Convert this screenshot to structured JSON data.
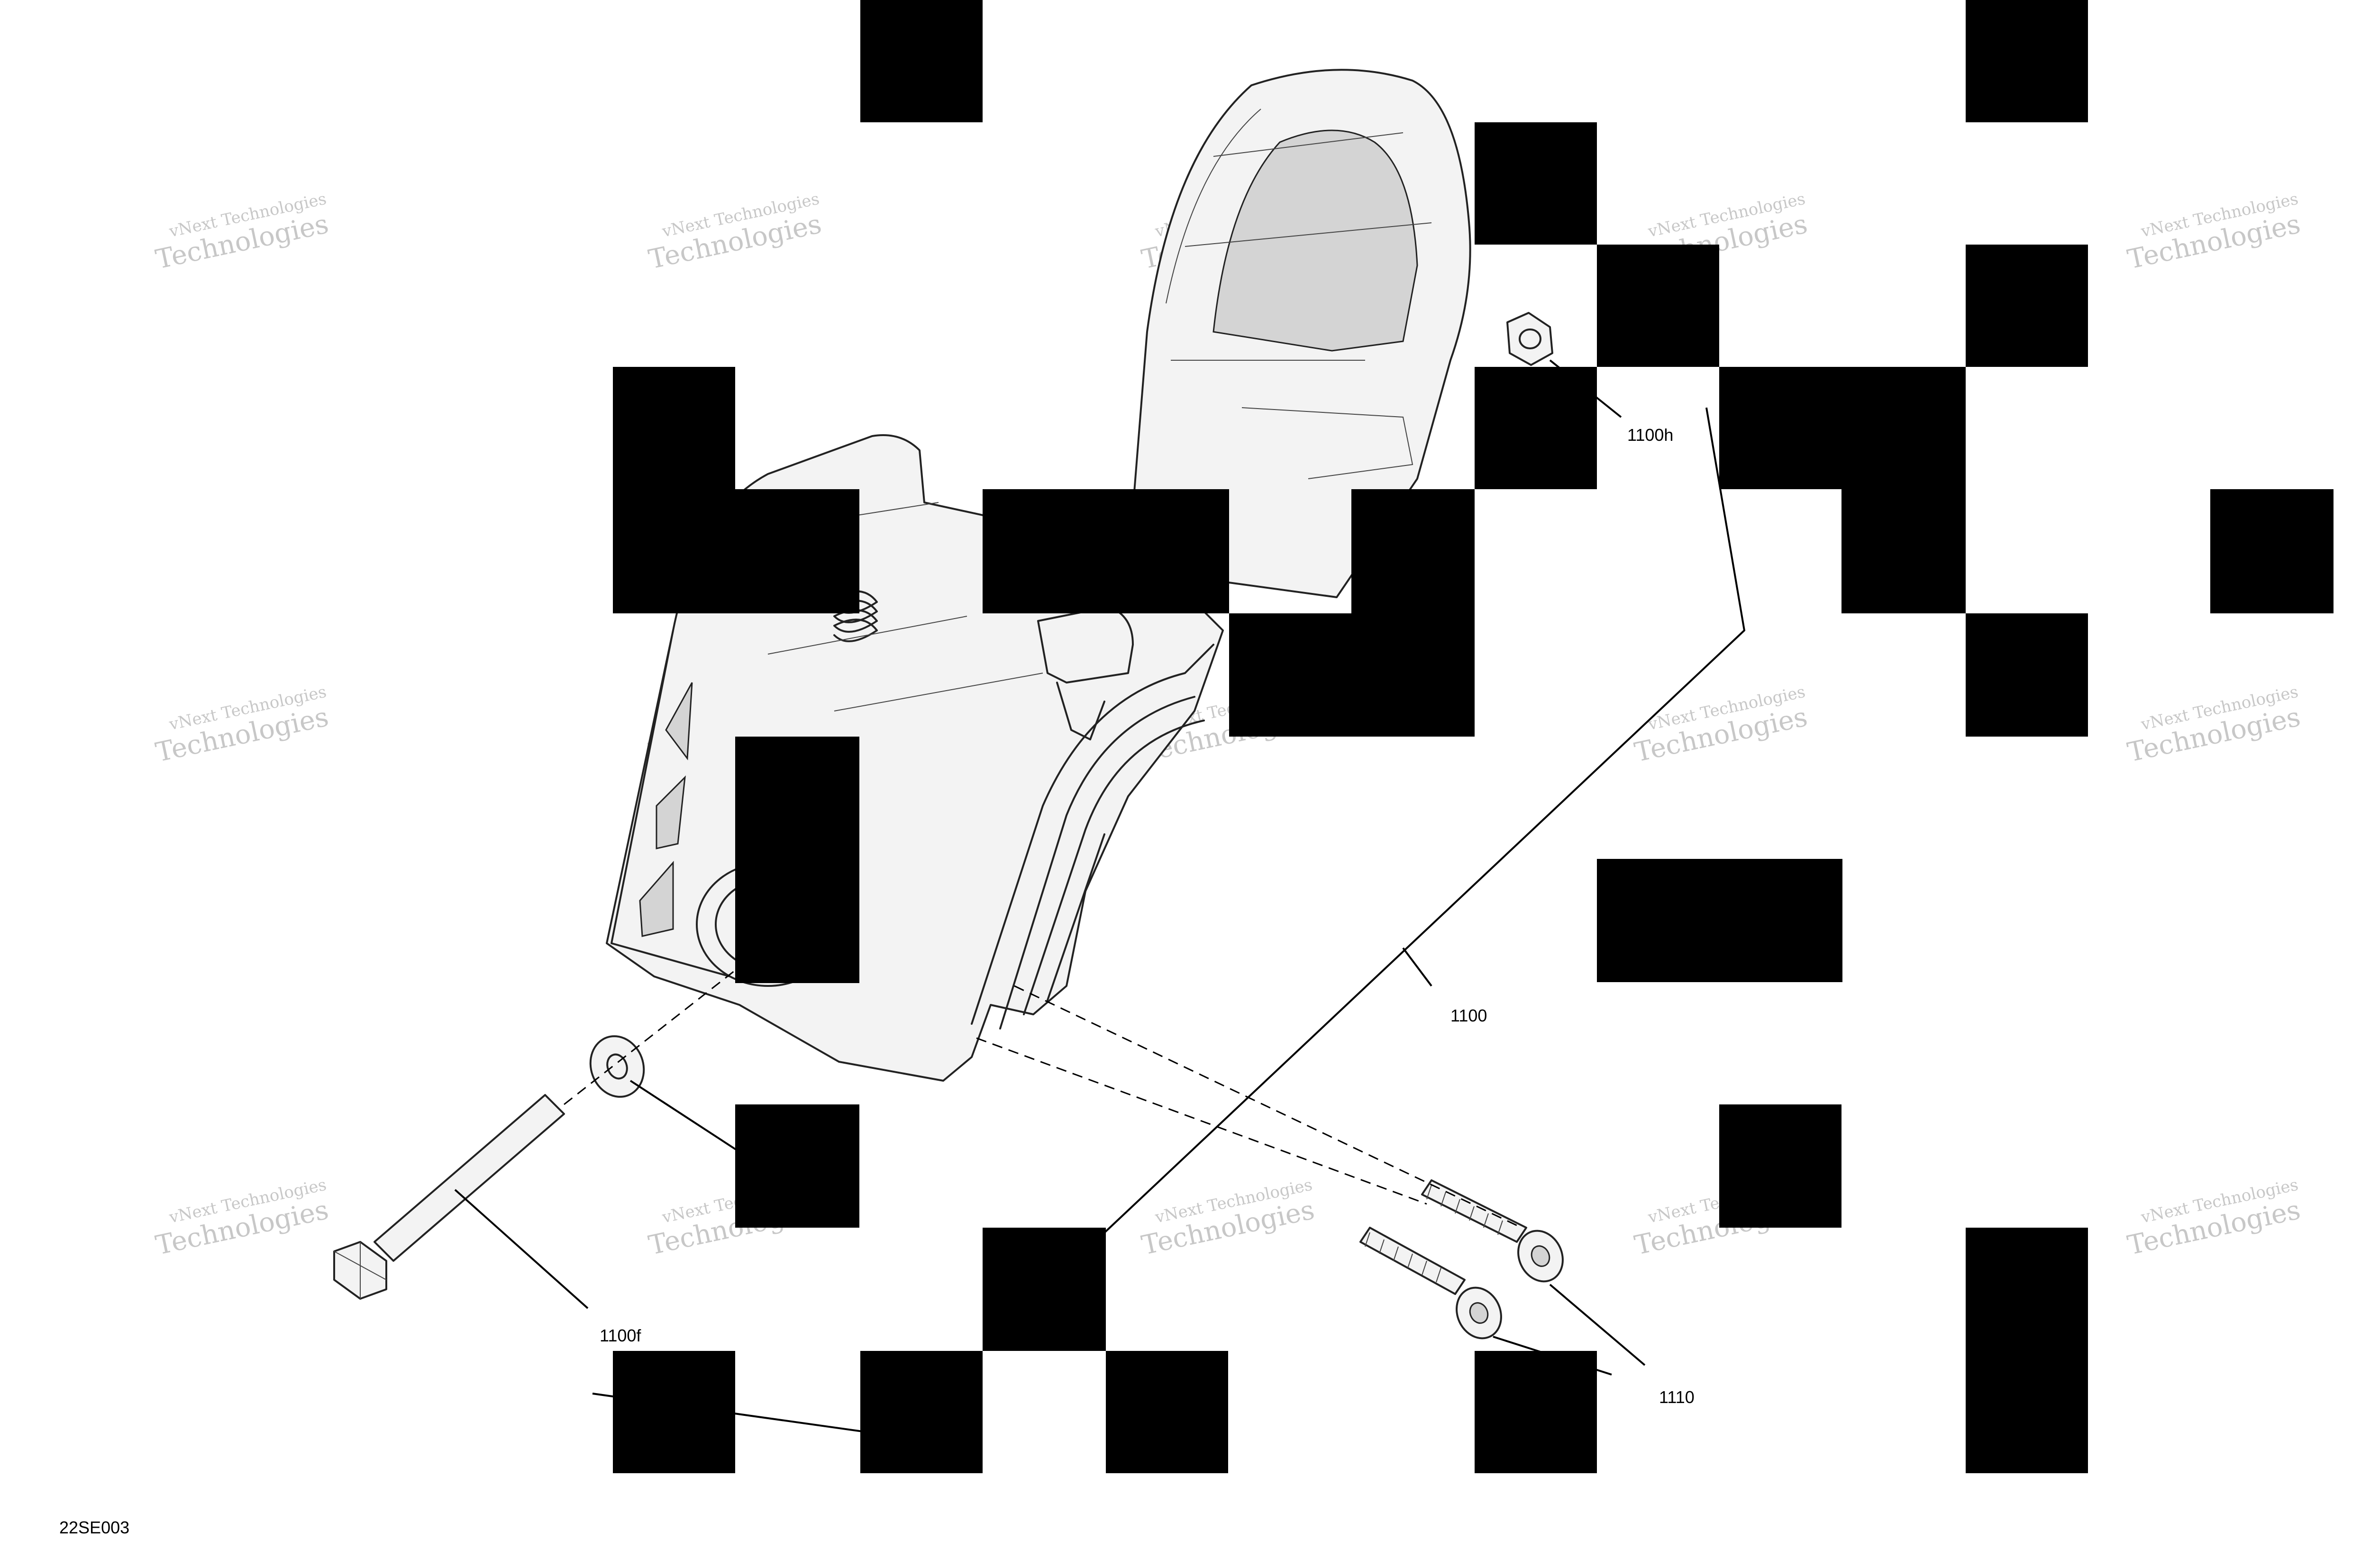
{
  "diagram_id": "22SE003",
  "watermark": {
    "line1": "vNext Technologies",
    "line2": "Technologies"
  },
  "callouts": {
    "nut": "1100h",
    "assembly": "1100",
    "bolt": "1100f",
    "screws": "1110"
  }
}
